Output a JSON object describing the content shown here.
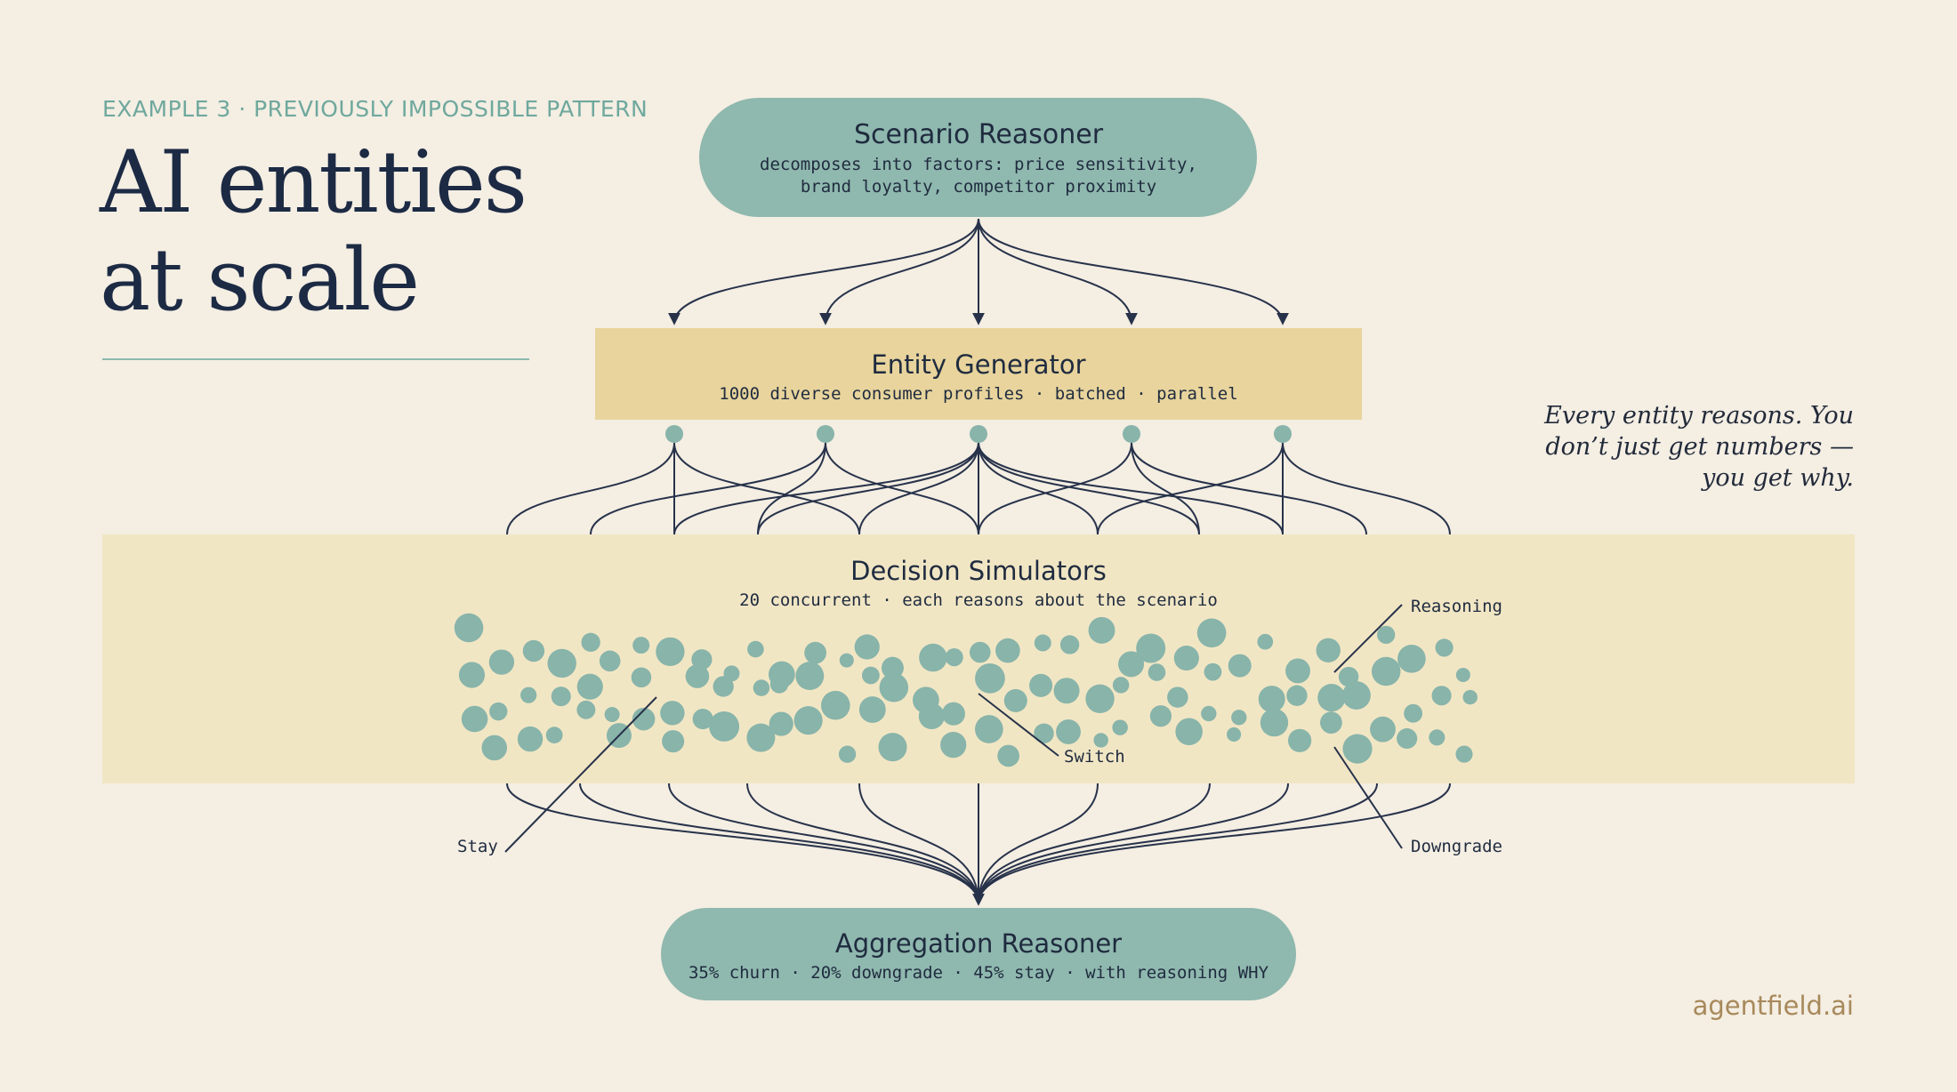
{
  "kicker": "EXAMPLE 3 · PREVIOUSLY IMPOSSIBLE PATTERN",
  "title": {
    "line1": "AI entities",
    "line2": "at scale"
  },
  "quote": {
    "line1": "Every entity reasons. You",
    "line2": "don’t just get numbers —",
    "line3": "you get why."
  },
  "brand": "agentfield.ai",
  "nodes": {
    "scenario": {
      "title": "Scenario Reasoner",
      "sub1": "decomposes into factors: price sensitivity,",
      "sub2": "brand loyalty, competitor proximity"
    },
    "generator": {
      "title": "Entity Generator",
      "sub": "1000 diverse consumer profiles · batched · parallel"
    },
    "simulators": {
      "title": "Decision Simulators",
      "sub": "20 concurrent · each reasons about the scenario"
    },
    "aggregation": {
      "title": "Aggregation Reasoner",
      "sub": "35% churn · 20% downgrade · 45% stay · with reasoning WHY"
    }
  },
  "labels": {
    "reasoning": "Reasoning",
    "switch": "Switch",
    "stay": "Stay",
    "downgrade": "Downgrade"
  },
  "colors": {
    "teal": "#8fb8ae",
    "dot": "#88b4aa",
    "gold": "#e8d49c",
    "band": "#f1e6c4",
    "ink": "#27324a"
  }
}
